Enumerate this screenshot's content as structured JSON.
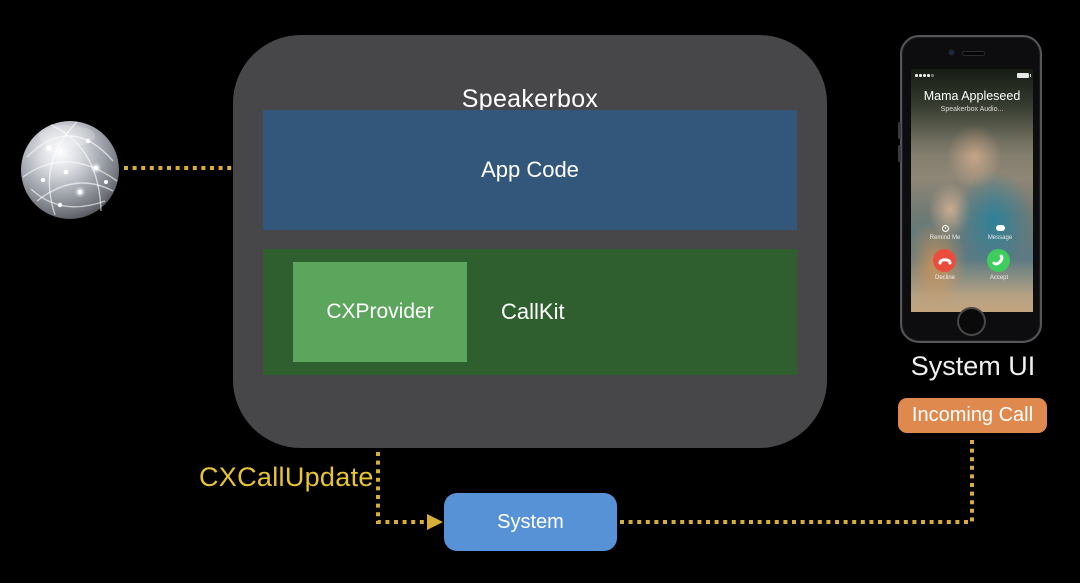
{
  "slide": {
    "title": "Speakerbox",
    "app_code": "App Code",
    "callkit": "CallKit",
    "cxprovider": "CXProvider",
    "cxcallupdate": "CXCallUpdate",
    "system": "System",
    "system_ui": "System UI",
    "incoming_call": "Incoming Call"
  },
  "phone": {
    "caller_name": "Mama Appleseed",
    "caller_subtitle": "Speakerbox Audio...",
    "actions": {
      "remind_me": "Remind Me",
      "message": "Message",
      "decline": "Decline",
      "accept": "Accept"
    }
  },
  "icons": {
    "network_globe": "sphere with network arcs and glowing nodes",
    "remind_me": "clock",
    "message": "speech-bubble",
    "decline": "phone-handset-down",
    "accept": "phone-handset",
    "battery": "battery-full",
    "signal": "five-dots",
    "home_button": "circle"
  },
  "colors": {
    "background": "#000000",
    "container": "#47474A",
    "app_code": "#33577B",
    "callkit": "#2F5F2F",
    "cxprovider": "#5CA55C",
    "system": "#5892D6",
    "incoming_call": "#E0894F",
    "connector": "#D7AE38",
    "cxcallupdate_text": "#E7C433",
    "decline": "#EA4D3E",
    "accept": "#3FCE5D"
  }
}
